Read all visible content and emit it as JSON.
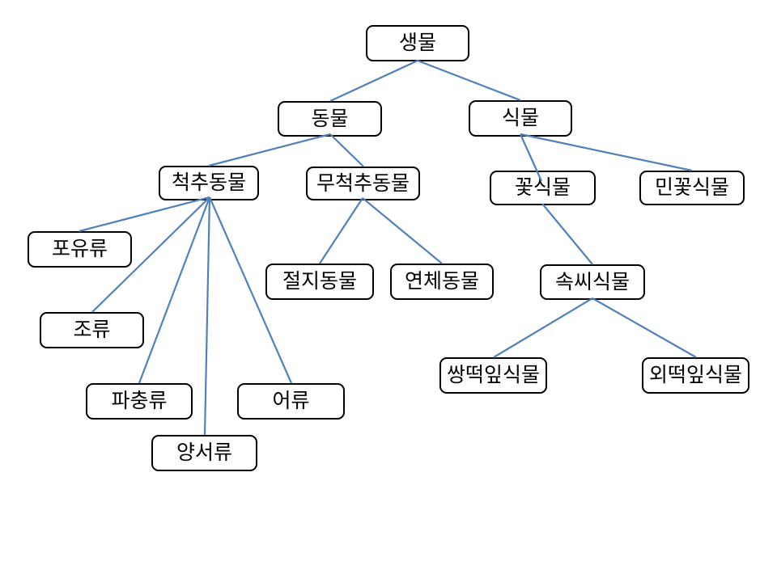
{
  "colors": {
    "background": "#ffffff",
    "connector": "#4f81bd",
    "node_border": "#000000",
    "node_fill": "#ffffff",
    "node_text": "#000000"
  },
  "diagram": {
    "type": "tree",
    "description": "Classification hierarchy of living things",
    "nodes": [
      {
        "id": "organism",
        "label": "생물",
        "parent": null
      },
      {
        "id": "animal",
        "label": "동물",
        "parent": "organism"
      },
      {
        "id": "plant",
        "label": "식물",
        "parent": "organism"
      },
      {
        "id": "vertebrate",
        "label": "척추동물",
        "parent": "animal"
      },
      {
        "id": "invertebrate",
        "label": "무척추동물",
        "parent": "animal"
      },
      {
        "id": "flowering-plant",
        "label": "꽃식물",
        "parent": "plant"
      },
      {
        "id": "non-flowering-plant",
        "label": "민꽃식물",
        "parent": "plant"
      },
      {
        "id": "mammal",
        "label": "포유류",
        "parent": "vertebrate"
      },
      {
        "id": "bird",
        "label": "조류",
        "parent": "vertebrate"
      },
      {
        "id": "reptile",
        "label": "파충류",
        "parent": "vertebrate"
      },
      {
        "id": "amphibian",
        "label": "양서류",
        "parent": "vertebrate"
      },
      {
        "id": "fish",
        "label": "어류",
        "parent": "vertebrate"
      },
      {
        "id": "arthropod",
        "label": "절지동물",
        "parent": "invertebrate"
      },
      {
        "id": "mollusk",
        "label": "연체동물",
        "parent": "invertebrate"
      },
      {
        "id": "angiosperm",
        "label": "속씨식물",
        "parent": "flowering-plant"
      },
      {
        "id": "dicot",
        "label": "쌍떡잎식물",
        "parent": "angiosperm"
      },
      {
        "id": "monocot",
        "label": "외떡잎식물",
        "parent": "angiosperm"
      }
    ],
    "edges": [
      {
        "from": "organism",
        "to": "animal"
      },
      {
        "from": "organism",
        "to": "plant"
      },
      {
        "from": "animal",
        "to": "vertebrate"
      },
      {
        "from": "animal",
        "to": "invertebrate"
      },
      {
        "from": "plant",
        "to": "flowering-plant"
      },
      {
        "from": "plant",
        "to": "non-flowering-plant"
      },
      {
        "from": "vertebrate",
        "to": "mammal"
      },
      {
        "from": "vertebrate",
        "to": "bird"
      },
      {
        "from": "vertebrate",
        "to": "reptile"
      },
      {
        "from": "vertebrate",
        "to": "amphibian"
      },
      {
        "from": "vertebrate",
        "to": "fish"
      },
      {
        "from": "invertebrate",
        "to": "arthropod"
      },
      {
        "from": "invertebrate",
        "to": "mollusk"
      },
      {
        "from": "flowering-plant",
        "to": "angiosperm"
      },
      {
        "from": "angiosperm",
        "to": "dicot"
      },
      {
        "from": "angiosperm",
        "to": "monocot"
      }
    ]
  }
}
